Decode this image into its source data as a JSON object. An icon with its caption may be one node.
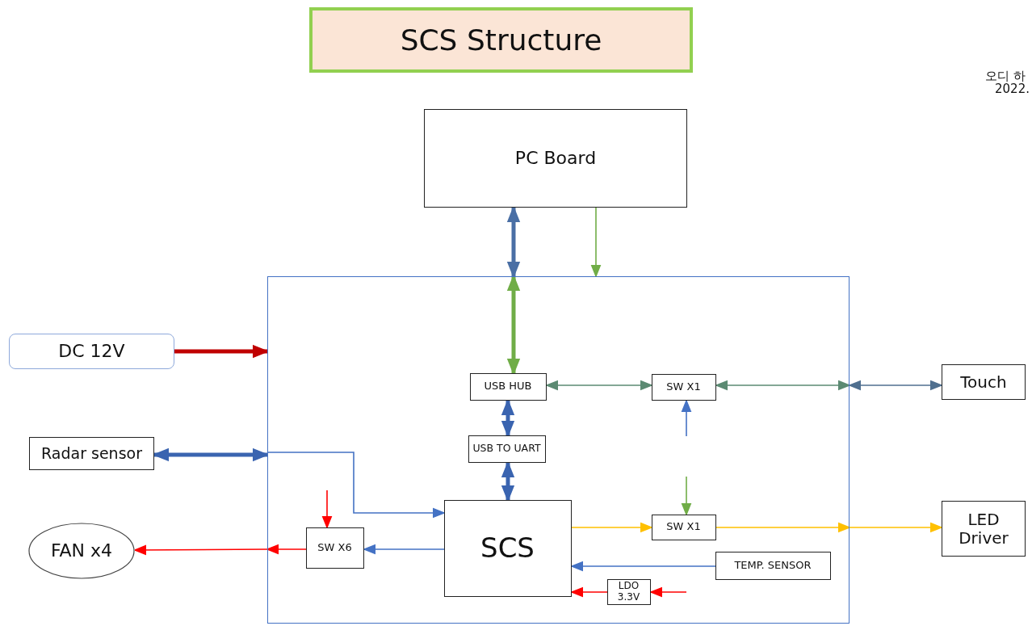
{
  "diagram": {
    "title": "SCS Structure",
    "nodes": [
      {
        "text": [
          "PC Board"
        ]
      },
      {
        "text": [],
        "shape": "box"
      },
      {
        "text": [
          "DC 12V"
        ]
      },
      {
        "text": [
          "USB HUB"
        ],
        "in": 1
      },
      {
        "text": [
          "SW X1"
        ],
        "in": 1
      },
      {
        "text": [
          "Touch"
        ]
      },
      {
        "text": [
          "Radar sensor"
        ]
      },
      {
        "text": [
          "USB TO UART"
        ],
        "in": 1
      },
      {
        "text": [
          "SCS"
        ],
        "in": 1
      },
      {
        "text": [
          "SW X1"
        ],
        "in": 1
      },
      {
        "text": [
          "LED Driver"
        ]
      },
      {
        "text": [
          "FAN x4"
        ]
      },
      {
        "text": [
          "SW X6"
        ],
        "in": 1
      },
      {
        "text": [
          "TEMP. SENSOR"
        ],
        "in": 1
      },
      {
        "text": [
          "LDO 3.3V"
        ],
        "in": 1
      }
    ],
    "edges": [
      {
        "from": 0,
        "to": 1,
        "arrow": "both",
        "style": "thick",
        "color": "#4a6fa5"
      },
      {
        "from": 0,
        "to": 1,
        "arrow": "to",
        "color": "#70ad47"
      },
      {
        "from": 1,
        "to": 3,
        "arrow": "both",
        "style": "thick",
        "color": "#70ad47"
      },
      {
        "from": 2,
        "to": 1,
        "arrow": "to",
        "style": "thick",
        "color": "#c00000"
      },
      {
        "from": 3,
        "to": 4,
        "arrow": "both",
        "color": "#5b8a72"
      },
      {
        "from": 4,
        "to": 1,
        "arrow": "both",
        "color": "#5b8a72"
      },
      {
        "from": 1,
        "to": 5,
        "arrow": "both",
        "color": "#4f6f8f"
      },
      {
        "from": null,
        "to": 4,
        "arrow": "to",
        "color": "#4472c4"
      },
      {
        "from": 3,
        "to": 7,
        "arrow": "both",
        "style": "thick",
        "color": "#3a64b0"
      },
      {
        "from": 7,
        "to": 8,
        "arrow": "both",
        "style": "thick",
        "color": "#3a64b0"
      },
      {
        "from": 6,
        "to": 1,
        "arrow": "both",
        "style": "thick",
        "color": "#3a64b0"
      },
      {
        "from": 1,
        "to": 8,
        "arrow": "to",
        "color": "#4472c4"
      },
      {
        "from": null,
        "to": 9,
        "arrow": "to",
        "color": "#70ad47"
      },
      {
        "from": 8,
        "to": 9,
        "arrow": "to",
        "color": "#ffc000"
      },
      {
        "from": 9,
        "to": 1,
        "arrow": "to",
        "color": "#ffc000"
      },
      {
        "from": 1,
        "to": 10,
        "arrow": "to",
        "color": "#ffc000"
      },
      {
        "from": 8,
        "to": 12,
        "arrow": "to",
        "color": "#4472c4"
      },
      {
        "from": 12,
        "to": 1,
        "arrow": "to",
        "color": "#ff0000"
      },
      {
        "from": 1,
        "to": 11,
        "arrow": "to",
        "color": "#ff0000"
      },
      {
        "from": null,
        "to": 12,
        "arrow": "to",
        "color": "#ff0000"
      },
      {
        "from": 13,
        "to": 8,
        "arrow": "to",
        "color": "#4472c4"
      },
      {
        "from": 14,
        "to": 8,
        "arrow": "to",
        "color": "#ff0000"
      },
      {
        "from": null,
        "to": 14,
        "arrow": "to",
        "color": "#ff0000"
      }
    ],
    "labels": [
      "오디 하",
      "2022."
    ]
  }
}
